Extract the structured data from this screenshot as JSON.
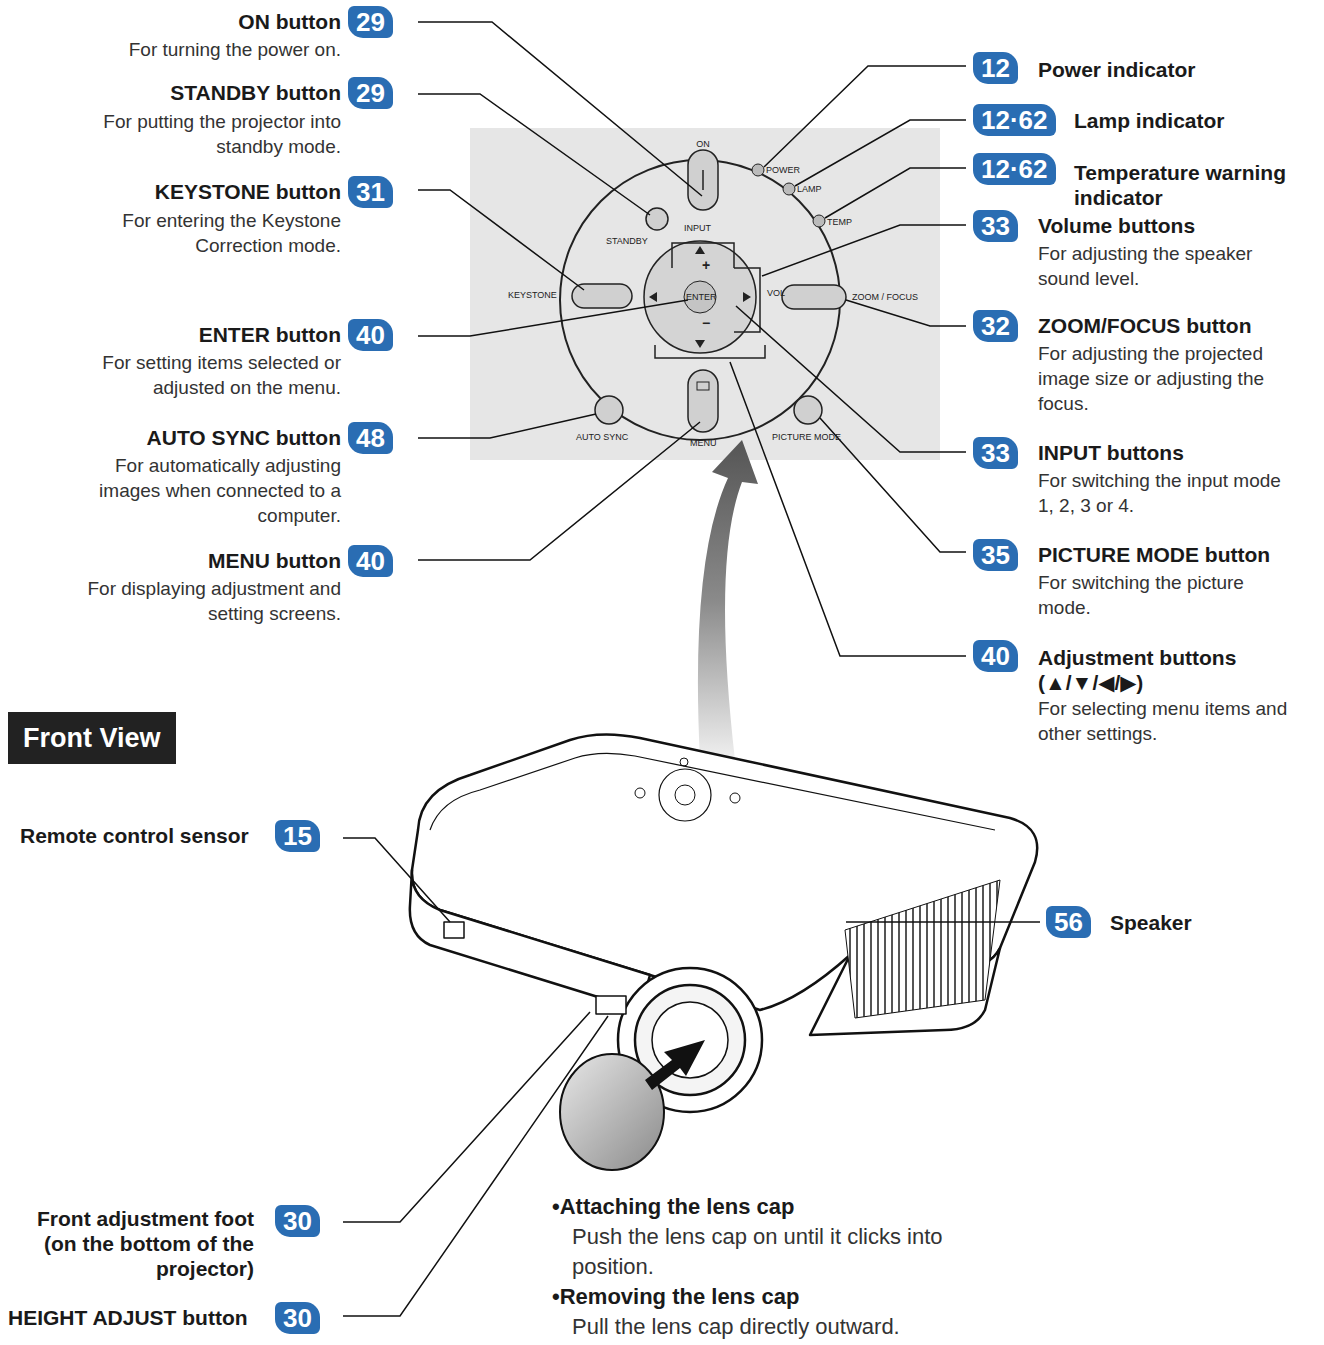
{
  "diagram": {
    "nodes": [
      {
        "text": [
          "Front View"
        ]
      }
    ],
    "labels": [
      "29",
      "ON button",
      "For turning the power on.",
      "29",
      "STANDBY button",
      "For putting the projector into standby mode.",
      "31",
      "KEYSTONE button",
      "For entering the Keystone Correction mode.",
      "40",
      "ENTER button",
      "For setting items selected or adjusted on the menu.",
      "48",
      "AUTO SYNC button",
      "For automatically adjusting images when connected to a computer.",
      "40",
      "MENU button",
      "For displaying adjustment and setting screens.",
      "12",
      "Power indicator",
      "12·62",
      "Lamp indicator",
      "12·62",
      "Temperature warning indicator",
      "33",
      "Volume buttons",
      "For adjusting the speaker sound level.",
      "32",
      "ZOOM/FOCUS button",
      "For adjusting the projected image size or adjusting the focus.",
      "33",
      "INPUT buttons",
      "For switching the input mode 1, 2, 3 or 4.",
      "35",
      "PICTURE MODE button",
      "For switching the picture mode.",
      "40",
      "Adjustment buttons (▲/▼/◀/▶)",
      "For selecting menu items and other settings.",
      "15",
      "Remote control sensor",
      "56",
      "Speaker",
      "30",
      "Front adjustment foot (on the bottom of the projector)",
      "30",
      "HEIGHT ADJUST button",
      "•Attaching the lens cap",
      "Push the lens cap on until it clicks into position.",
      "•Removing the lens cap",
      "Pull the lens cap directly outward.",
      "ON",
      "STANDBY",
      "INPUT",
      "KEYSTONE",
      "ENTER",
      "VOL",
      "ZOOM / FOCUS",
      "AUTO SYNC",
      "MENU",
      "PICTURE MODE",
      "POWER",
      "LAMP",
      "TEMP",
      "+",
      "−"
    ]
  }
}
